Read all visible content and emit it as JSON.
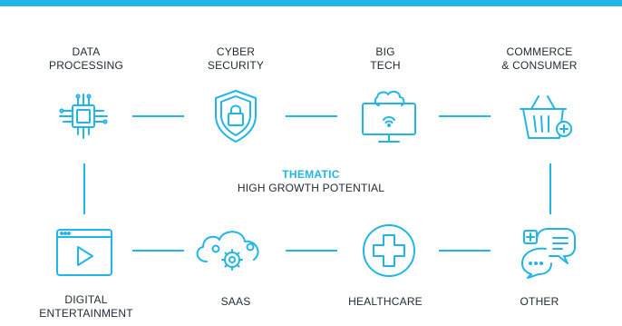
{
  "header": {
    "accent_color": "#21b5e8"
  },
  "center": {
    "title": "THEMATIC",
    "subtitle": "HIGH GROWTH POTENTIAL"
  },
  "nodes": [
    {
      "label": "DATA\nPROCESSING",
      "icon": "processor-chip-icon"
    },
    {
      "label": "CYBER\nSECURITY",
      "icon": "shield-lock-icon"
    },
    {
      "label": "BIG\nTECH",
      "icon": "cloud-monitor-icon"
    },
    {
      "label": "COMMERCE\n& CONSUMER",
      "icon": "shopping-basket-icon"
    },
    {
      "label": "DIGITAL\nENTERTAINMENT",
      "icon": "video-play-icon"
    },
    {
      "label": "SAAS",
      "icon": "cloud-gears-icon"
    },
    {
      "label": "HEALTHCARE",
      "icon": "medical-cross-icon"
    },
    {
      "label": "OTHER",
      "icon": "chat-bubbles-icon"
    }
  ]
}
